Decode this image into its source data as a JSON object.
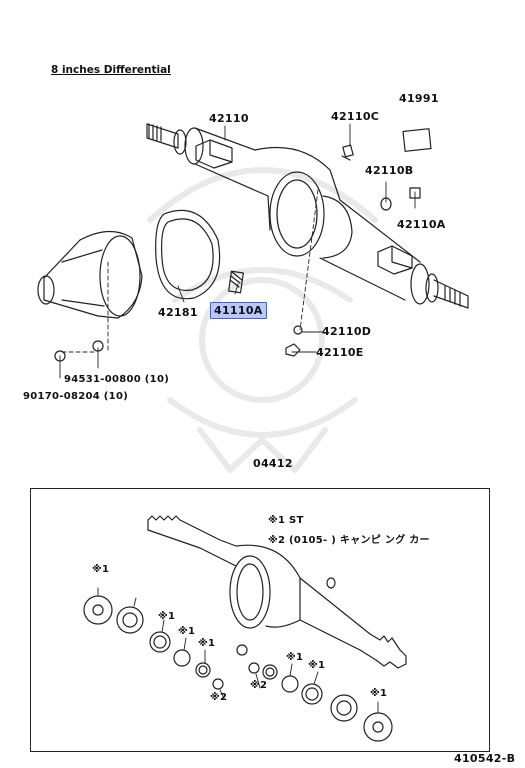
{
  "title": "8 inches Differential",
  "part_labels": {
    "p42110": "42110",
    "p42110C": "42110C",
    "p41991": "41991",
    "p42110B": "42110B",
    "p42110A": "42110A",
    "p42181": "42181",
    "p41110A": "41110A",
    "p42110D": "42110D",
    "p42110E": "42110E",
    "p94531": "94531-00800 (10)",
    "p90170": "90170-08204 (10)"
  },
  "group_code": "04412",
  "inset": {
    "note1": "※1 ST",
    "note2": "※2 (0105-     ) キャンピ ング カー",
    "m1a": "※1",
    "m1b": "※1",
    "m1c": "※1",
    "m1d": "※1",
    "m2a": "※2",
    "m1e": "※1",
    "m1f": "※1",
    "m2b": "※2",
    "m1g": "※1"
  },
  "figure_code": "410542-B",
  "highlight_color": "#b9c8ff"
}
